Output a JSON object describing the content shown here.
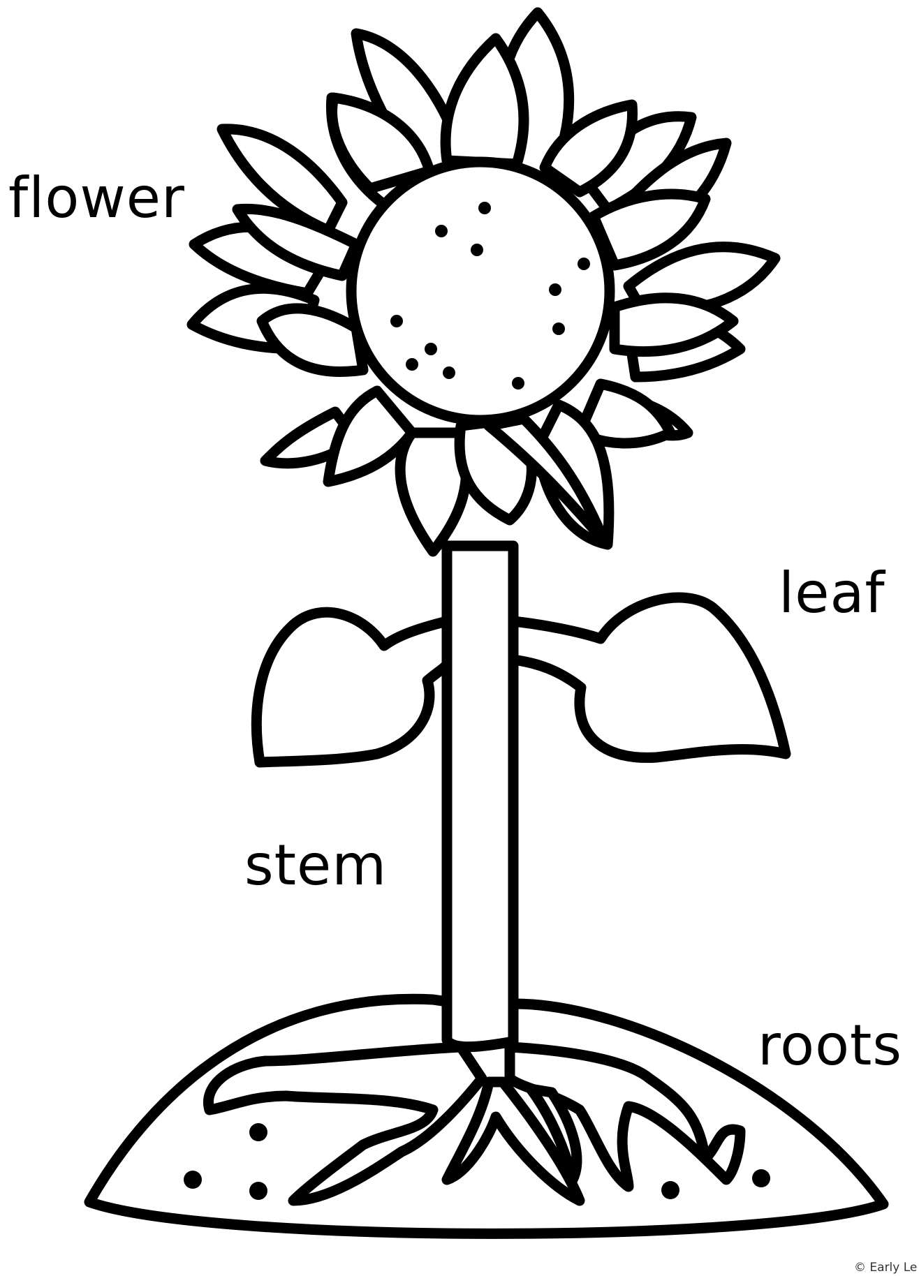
{
  "labels": {
    "flower": "flower",
    "leaf": "leaf",
    "stem": "stem",
    "roots": "roots"
  },
  "copyright": "© Early Le",
  "colors": {
    "ink": "#000000",
    "paper": "#ffffff"
  }
}
